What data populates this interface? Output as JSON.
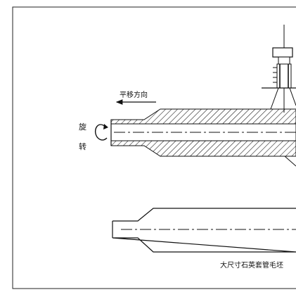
{
  "figure": {
    "labels": {
      "translation_direction": "平移方向",
      "rotation_char_1": "旋",
      "rotation_char_2": "转",
      "caption": "大尺寸石英套管毛坯"
    },
    "colors": {
      "line": "#111111",
      "background": "#ffffff",
      "frame": "#222222"
    }
  }
}
